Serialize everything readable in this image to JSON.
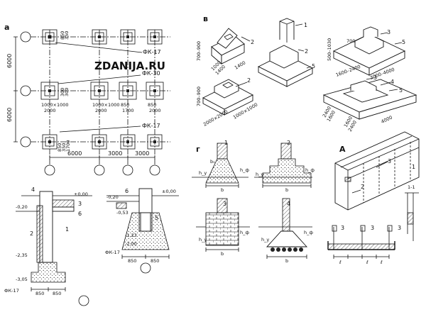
{
  "watermark": "ZDANIJA.RU",
  "panel_labels": {
    "a": "a",
    "v": "в",
    "g": "г",
    "A": "A",
    "one": "1-1"
  },
  "plan": {
    "dims_left": [
      "6000",
      "6000"
    ],
    "dims_bottom": [
      "6000",
      "3000",
      "3000"
    ],
    "fk": [
      "ФК-17",
      "ФК-30",
      "ФК-17"
    ],
    "small_dims": [
      "850",
      "350",
      "850",
      "850",
      "350",
      "1700",
      "2000",
      "1000×1000",
      "1000×1000",
      "850",
      "850",
      "1700",
      "2000",
      "2000",
      "1700",
      "300",
      "300"
    ]
  },
  "blocks": {
    "b1": {
      "left": "700–900",
      "b1": "1000",
      "b2": "1400",
      "b3": "1400",
      "num": "2"
    },
    "b2": {
      "left": "700–900",
      "w": "2000×2000",
      "d": "1000×1000",
      "num": "2"
    },
    "b3": {
      "nums": [
        "1",
        "2",
        "5"
      ]
    },
    "b4": {
      "h1": "500–1030",
      "top": "700",
      "num": "3",
      "num2": "5",
      "w1": "1600–2400",
      "w2": "3000–4000"
    },
    "b5": {
      "nums": [
        "3",
        "4",
        "5"
      ],
      "w1": "2400",
      "w2": "1600",
      "w3": "1600",
      "w4": "2400",
      "len": "4000"
    }
  },
  "sections": {
    "s1": {
      "levels": [
        "±0,00",
        "-0,20",
        "-2,35",
        "-3,05"
      ],
      "nums": [
        "4",
        "3",
        "1",
        "6",
        "2"
      ],
      "dims": [
        "850",
        "850"
      ],
      "fk": "ФК-17"
    },
    "s2": {
      "levels": [
        "±0,00",
        "-0,20",
        "-0,53",
        "-1,23",
        "-2,00"
      ],
      "nums": [
        "6",
        "5"
      ],
      "dims": [
        "850",
        "850"
      ],
      "fk": "ФК-17"
    }
  },
  "footings": {
    "labels": [
      "1",
      "2",
      "3",
      "4"
    ],
    "b": "b",
    "b1": "b₁",
    "hf": "h_ф",
    "hy": "h_y"
  },
  "wall": {
    "nums": [
      "3",
      "2",
      "1"
    ],
    "sec": "1-1",
    "e": [
      "ℓ",
      "ℓ",
      "ℓ"
    ],
    "top": [
      "3",
      "3",
      "3"
    ]
  }
}
